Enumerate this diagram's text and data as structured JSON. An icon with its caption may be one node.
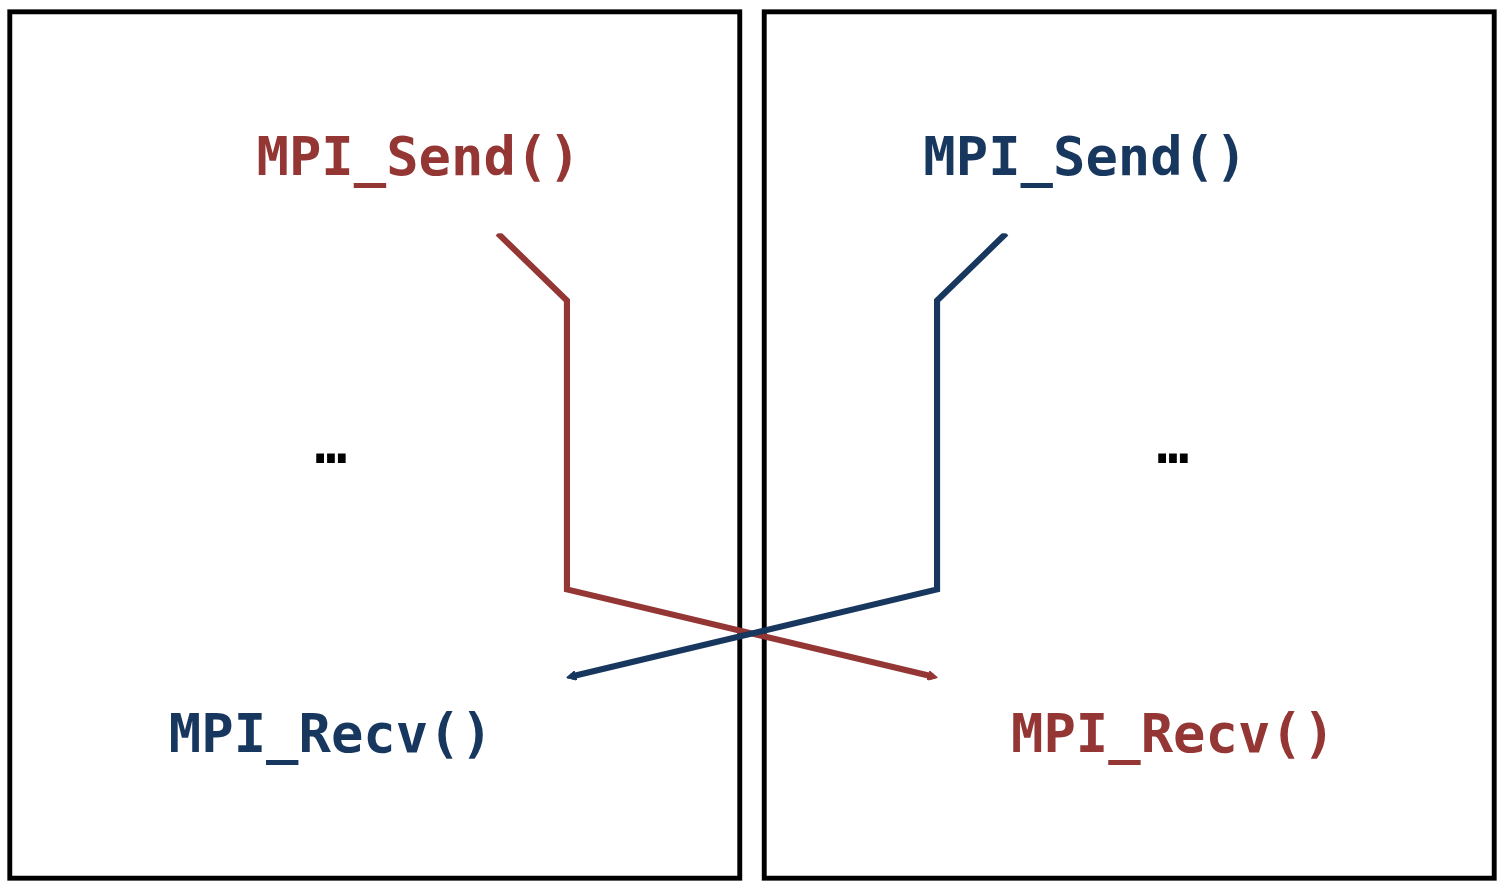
{
  "diagram": {
    "nodes": [
      {
        "text": [],
        "shape": "box"
      },
      {
        "text": [
          "MPI_Send()"
        ],
        "in": 0
      },
      {
        "text": [
          "…"
        ],
        "in": 0
      },
      {
        "text": [
          "MPI_Recv()"
        ],
        "in": 0
      },
      {
        "text": [],
        "shape": "box"
      },
      {
        "text": [
          "MPI_Send()"
        ],
        "in": 4
      },
      {
        "text": [
          "…"
        ],
        "in": 4
      },
      {
        "text": [
          "MPI_Recv()"
        ],
        "in": 4
      }
    ],
    "edges": [
      {
        "from": 1,
        "to": 7,
        "arrow": "to",
        "color": "#943634"
      },
      {
        "from": 5,
        "to": 3,
        "arrow": "to",
        "color": "#17375e"
      }
    ]
  }
}
